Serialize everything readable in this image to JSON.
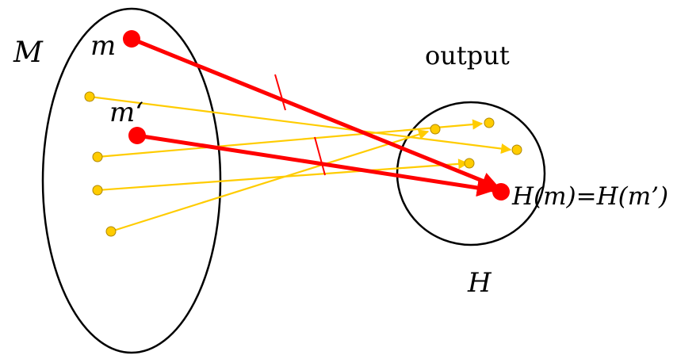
{
  "labels": {
    "domain_set": "M",
    "message_m": "m",
    "message_m_prime": "m‘",
    "output_caption": "output",
    "collision": "H(m)=H(m’)",
    "range_set": "H"
  },
  "colors": {
    "ellipse_stroke": "#000000",
    "collision_red": "#ff0000",
    "mapping_yellow": "#ffcc00",
    "dot_outline": "#b08800"
  }
}
